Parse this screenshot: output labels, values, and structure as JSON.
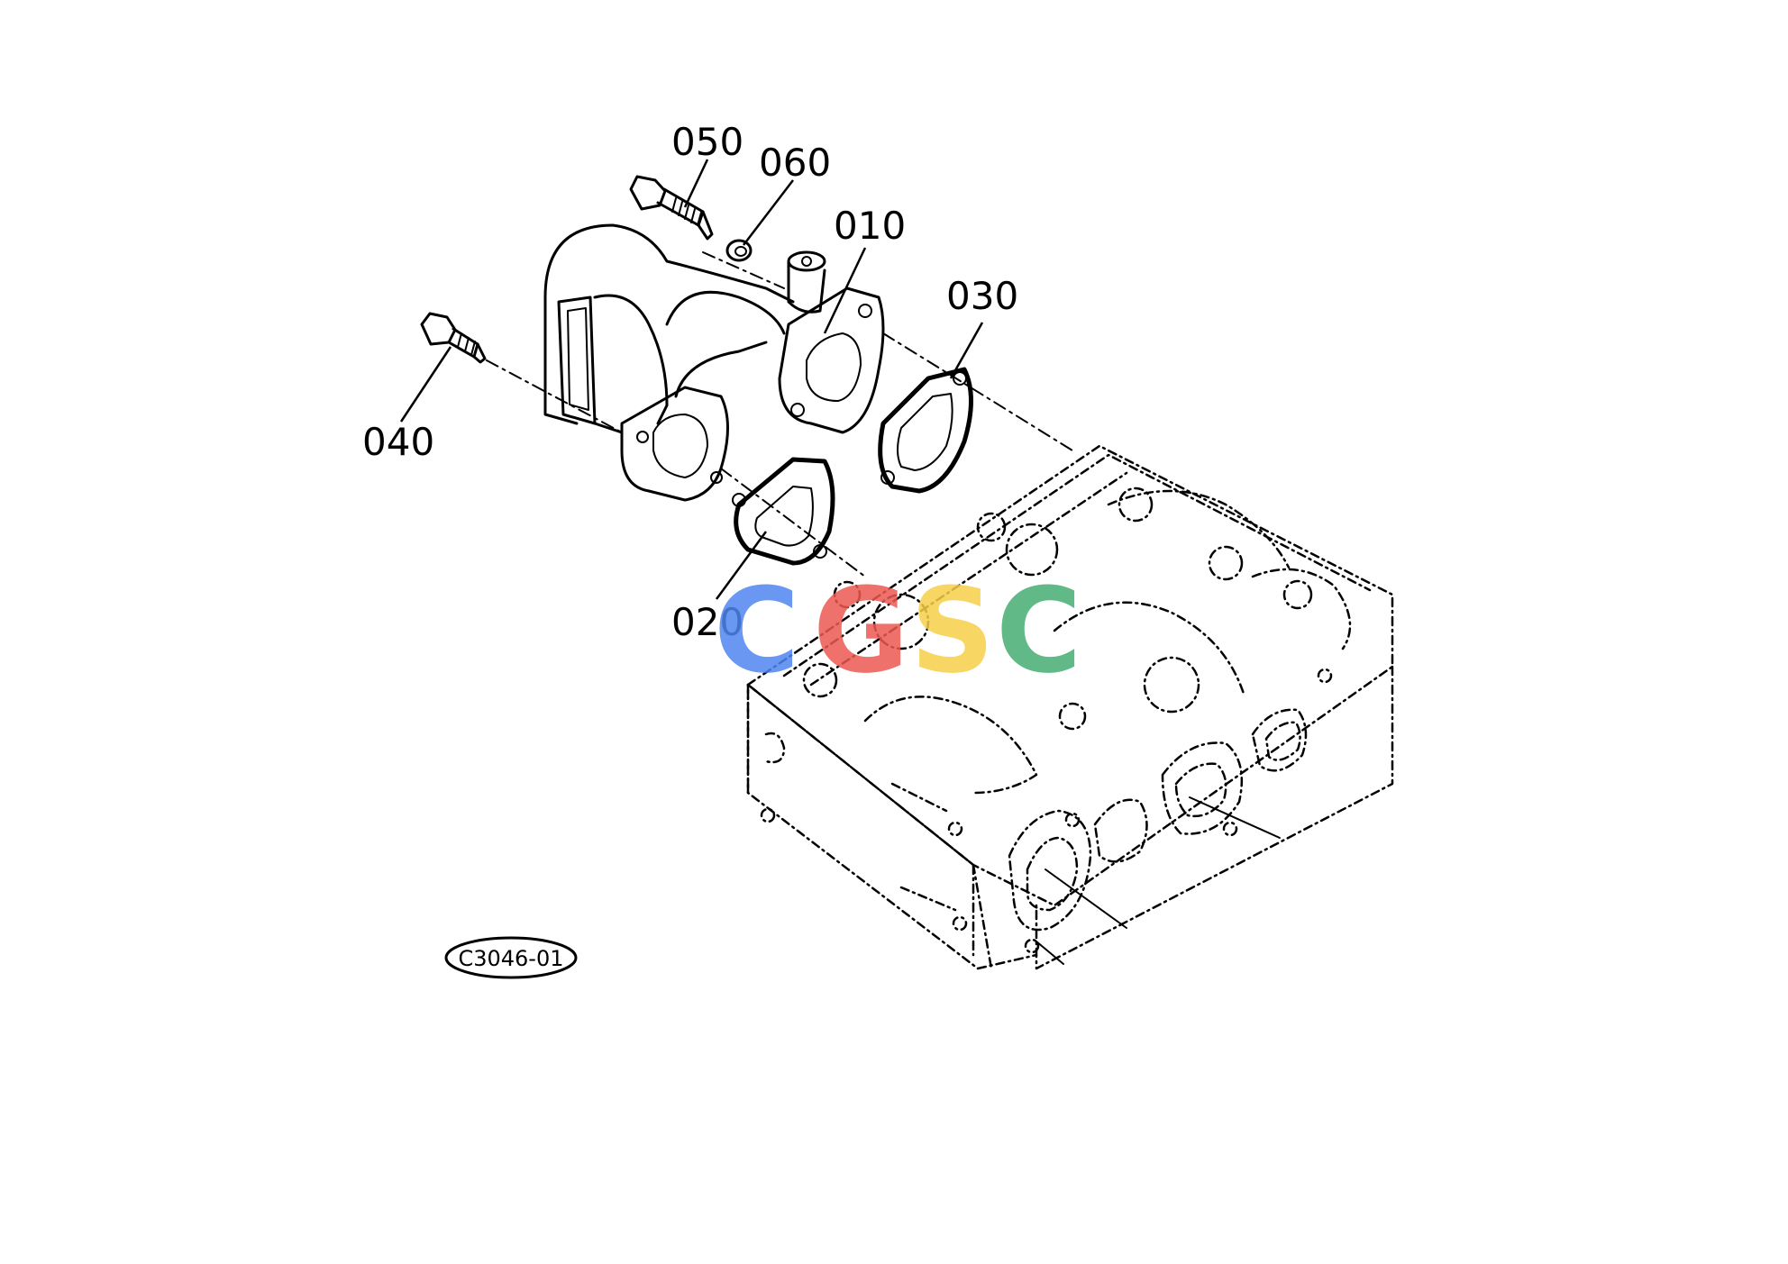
{
  "diagram": {
    "callouts": [
      {
        "id": "050",
        "label": "050"
      },
      {
        "id": "060",
        "label": "060"
      },
      {
        "id": "010",
        "label": "010"
      },
      {
        "id": "030",
        "label": "030"
      },
      {
        "id": "040",
        "label": "040"
      },
      {
        "id": "020",
        "label": "020"
      }
    ],
    "reference_code": "C3046-01",
    "watermark": {
      "text": "CGSC",
      "letters": [
        "C",
        "G",
        "S",
        "C"
      ],
      "colors": [
        "#4f86f0",
        "#ec5a52",
        "#f7cf4a",
        "#45ad72"
      ]
    }
  }
}
